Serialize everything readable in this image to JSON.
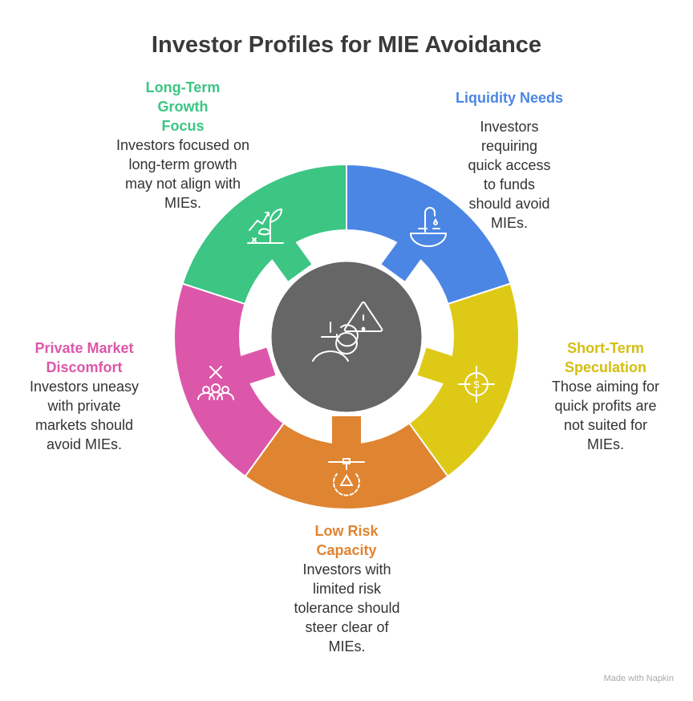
{
  "title": "Investor Profiles for MIE Avoidance",
  "center_color": "#666666",
  "segments": [
    {
      "title": "Liquidity Needs",
      "text": "Investors requiring quick access to funds should avoid MIEs.",
      "color": "#4B86E4",
      "icon": "faucet-sink-icon"
    },
    {
      "title": "Short-Term Speculation",
      "text": "Those aiming for quick profits are not suited for MIEs.",
      "color": "#DECA16",
      "icon": "dollar-target-icon"
    },
    {
      "title": "Low Risk Capacity",
      "text": "Investors with limited risk tolerance should steer clear of MIEs.",
      "color": "#DF8430",
      "icon": "risk-gauge-icon"
    },
    {
      "title": "Private Market Discomfort",
      "text": "Investors uneasy with private markets should avoid MIEs.",
      "color": "#DC57A9",
      "icon": "people-cross-icon"
    },
    {
      "title": "Long-Term Growth Focus",
      "text": "Investors focused on long-term growth may not align with MIEs.",
      "color": "#3CC583",
      "icon": "growing-plant-icon"
    }
  ],
  "footer": "Made with Napkin"
}
